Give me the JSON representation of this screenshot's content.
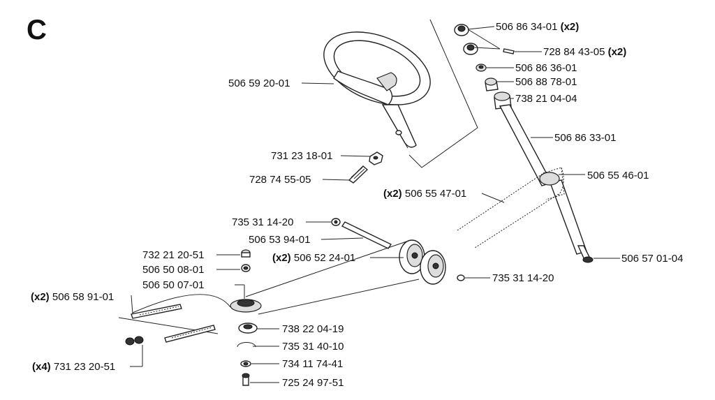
{
  "section_letter": "C",
  "parts": {
    "p01": {
      "number": "506 86 34-01",
      "qty": "(x2)"
    },
    "p02": {
      "number": "728 84 43-05",
      "qty": "(x2)"
    },
    "p03": {
      "number": "506 86 36-01"
    },
    "p04": {
      "number": "506 88 78-01"
    },
    "p05": {
      "number": "738 21 04-04"
    },
    "p06": {
      "number": "506 86 33-01"
    },
    "p07": {
      "number": "506 55 46-01"
    },
    "p08": {
      "number": "506 55 47-01",
      "qty": "(x2)"
    },
    "p09": {
      "number": "506 59 20-01"
    },
    "p10": {
      "number": "731 23 18-01"
    },
    "p11": {
      "number": "728 74 55-05"
    },
    "p12": {
      "number": "735 31 14-20"
    },
    "p13": {
      "number": "506 53 94-01"
    },
    "p14": {
      "number": "506 52 24-01",
      "qty": "(x2)"
    },
    "p15": {
      "number": "735 31 14-20"
    },
    "p16": {
      "number": "506 57 01-04"
    },
    "p17": {
      "number": "732 21 20-51"
    },
    "p18": {
      "number": "506 50 08-01"
    },
    "p19": {
      "number": "506 50 07-01"
    },
    "p20": {
      "number": "506 58 91-01",
      "qty": "(x2)"
    },
    "p21": {
      "number": "738 22 04-19"
    },
    "p22": {
      "number": "735 31 40-10"
    },
    "p23": {
      "number": "734 11 74-41"
    },
    "p24": {
      "number": "725 24 97-51"
    },
    "p25": {
      "number": "731 23 20-51",
      "qty": "(x4)"
    }
  }
}
